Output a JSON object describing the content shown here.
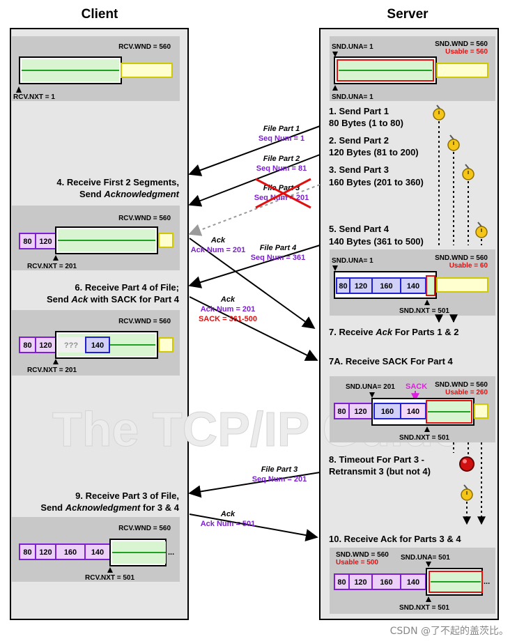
{
  "headers": {
    "client": "Client",
    "server": "Server"
  },
  "watermark": "The TCP/IP Guide",
  "credit": "CSDN @了不起的盖茨比。",
  "client": {
    "w1": {
      "rcv_wnd": "RCV.WND = 560",
      "rcv_nxt": "RCV.NXT = 1"
    },
    "w2": {
      "rcv_wnd": "RCV.WND = 560",
      "rcv_nxt": "RCV.NXT = 201",
      "cells": [
        "80",
        "120"
      ]
    },
    "w3": {
      "rcv_wnd": "RCV.WND = 560",
      "rcv_nxt": "RCV.NXT = 201",
      "cells": [
        "80",
        "120",
        "???",
        "140"
      ]
    },
    "w4": {
      "rcv_wnd": "RCV.WND = 560",
      "rcv_nxt": "RCV.NXT = 501",
      "cells": [
        "80",
        "120",
        "160",
        "140"
      ],
      "ellipsis": "..."
    },
    "step4": {
      "l1": "4. Receive First 2 Segments,",
      "l2a": "Send ",
      "l2b": "Acknowledgment"
    },
    "step6": {
      "l1": "6. Receive Part 4 of File;",
      "l2a": "Send ",
      "l2b": "Ack",
      "l2c": " with SACK for Part 4"
    },
    "step9": {
      "l1": "9. Receive Part 3 of File,",
      "l2a": "Send ",
      "l2b": "Acknowledgment",
      "l2c": " for 3 & 4"
    }
  },
  "server": {
    "w1": {
      "snd_una_top": "SND.UNA= 1",
      "snd_wnd": "SND.WND = 560",
      "usable": "Usable = 560",
      "snd_una_bottom": "SND.UNA= 1"
    },
    "w2": {
      "snd_una": "SND.UNA= 1",
      "snd_wnd": "SND.WND = 560",
      "usable": "Usable = 60",
      "snd_nxt": "SND.NXT = 501",
      "cells": [
        "80",
        "120",
        "160",
        "140"
      ]
    },
    "w3": {
      "snd_una": "SND.UNA= 201",
      "sack": "SACK",
      "snd_wnd": "SND.WND = 560",
      "usable": "Usable = 260",
      "snd_nxt": "SND.NXT = 501",
      "cells": [
        "80",
        "120",
        "160",
        "140"
      ]
    },
    "w4": {
      "snd_wnd": "SND.WND = 560",
      "usable": "Usable = 500",
      "snd_una": "SND.UNA= 501",
      "snd_nxt": "SND.NXT = 501",
      "cells": [
        "80",
        "120",
        "160",
        "140"
      ],
      "ellipsis": "..."
    },
    "step1": {
      "l1": "1. Send Part 1",
      "l2": "80 Bytes (1 to 80)"
    },
    "step2": {
      "l1": "2. Send Part 2",
      "l2": "120 Bytes (81 to 200)"
    },
    "step3": {
      "l1": "3. Send Part 3",
      "l2": "160 Bytes (201 to 360)"
    },
    "step5": {
      "l1": "5. Send Part 4",
      "l2": "140 Bytes (361 to 500)"
    },
    "step7": {
      "a": "7. Receive ",
      "b": "Ack",
      "c": " For Parts 1 & 2"
    },
    "step7a": "7A. Receive SACK For Part 4",
    "step8": {
      "l1": "8. Timeout For Part 3 -",
      "l2": "Retransmit 3 (but not 4)"
    },
    "step10": "10. Receive Ack for Parts 3 & 4"
  },
  "messages": {
    "m1": {
      "title": "File Part 1",
      "detail": "Seq Num = 1"
    },
    "m2": {
      "title": "File Part 2",
      "detail": "Seq Num = 81"
    },
    "m3": {
      "title": "File Part 3",
      "detail": "Seq Num = 201"
    },
    "m4": {
      "title": "Ack",
      "detail": "Ack Num = 201"
    },
    "m5": {
      "title": "File Part 4",
      "detail": "Seq Num = 361"
    },
    "m6": {
      "title": "Ack",
      "detail": "Ack Num = 201",
      "detail2": "SACK = 361-500"
    },
    "m7": {
      "title": "File Part 3",
      "detail": "Seq Num = 201"
    },
    "m8": {
      "title": "Ack",
      "detail": "Ack Num = 501"
    }
  }
}
